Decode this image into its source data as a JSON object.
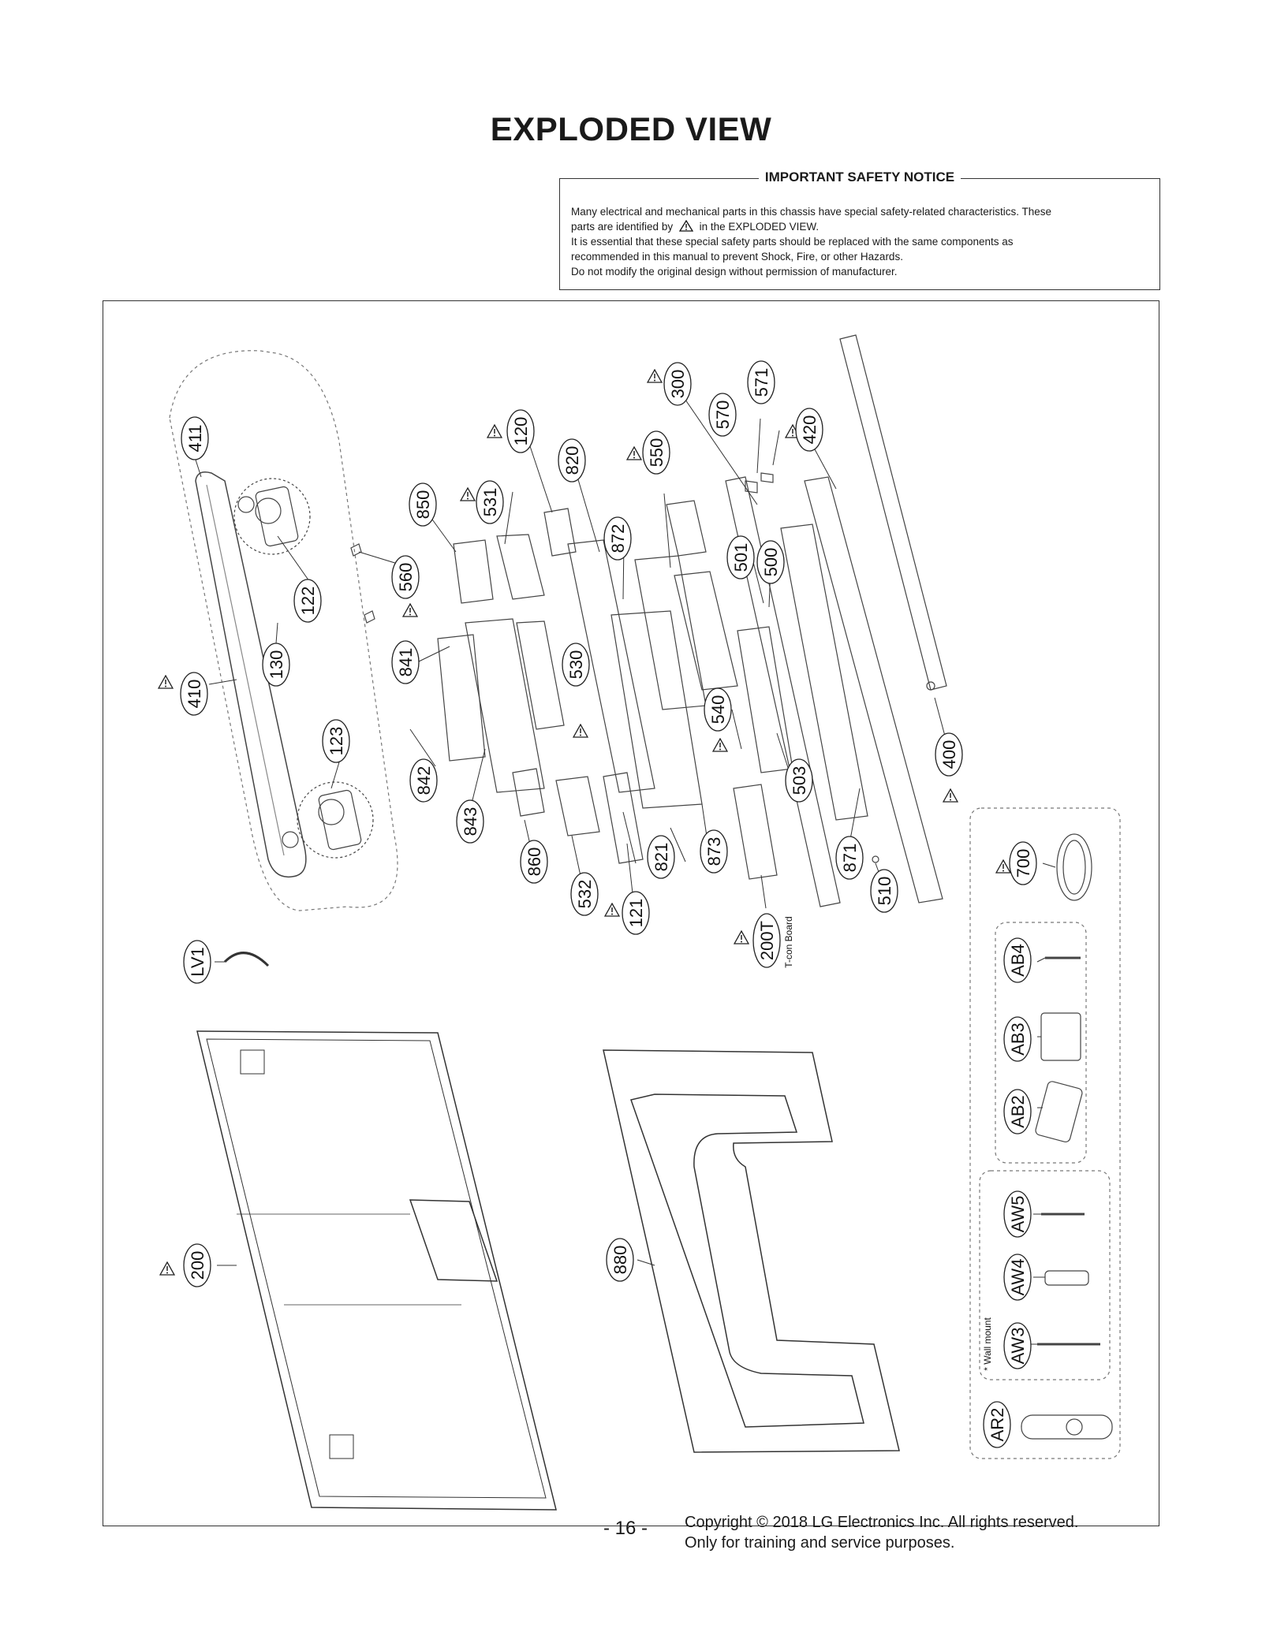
{
  "title": "EXPLODED VIEW",
  "notice": {
    "heading": "IMPORTANT SAFETY NOTICE",
    "line1": "Many electrical and mechanical parts in this chassis have special safety-related characteristics. These",
    "line2_pre": "parts are identified by",
    "line2_post": "in the EXPLODED VIEW.",
    "line3": "It is essential that these special safety parts should be replaced with the same components as",
    "line4": "recommended in this manual to prevent Shock, Fire, or other Hazards.",
    "line5": "Do not modify the original design without permission of manufacturer."
  },
  "callouts": {
    "c411": "411",
    "c410": "410",
    "c130": "130",
    "c122": "122",
    "c123": "123",
    "c560": "560",
    "c850": "850",
    "c841": "841",
    "c842": "842",
    "c843": "843",
    "c531": "531",
    "c120": "120",
    "c530": "530",
    "c860": "860",
    "c532": "532",
    "c121": "121",
    "c820": "820",
    "c821": "821",
    "c872": "872",
    "c873": "873",
    "c550": "550",
    "c540": "540",
    "c300": "300",
    "c501": "501",
    "c500": "500",
    "c503": "503",
    "c570": "570",
    "c571": "571",
    "c420": "420",
    "c400": "400",
    "c871": "871",
    "c510": "510",
    "c200T": "200T",
    "c700": "700",
    "cAB4": "AB4",
    "cAB3": "AB3",
    "cAB2": "AB2",
    "cAW5": "AW5",
    "cAW4": "AW4",
    "cAW3": "AW3",
    "cAR2": "AR2",
    "cLV1": "LV1",
    "c200": "200",
    "c880": "880"
  },
  "tcon_label": "T-con Board",
  "wall_mount_label": "* Wall mount",
  "footer": {
    "page": "- 16 -",
    "copyright": "Copyright © 2018 LG Electronics Inc. All rights reserved.",
    "purpose": "Only for training and service purposes."
  }
}
